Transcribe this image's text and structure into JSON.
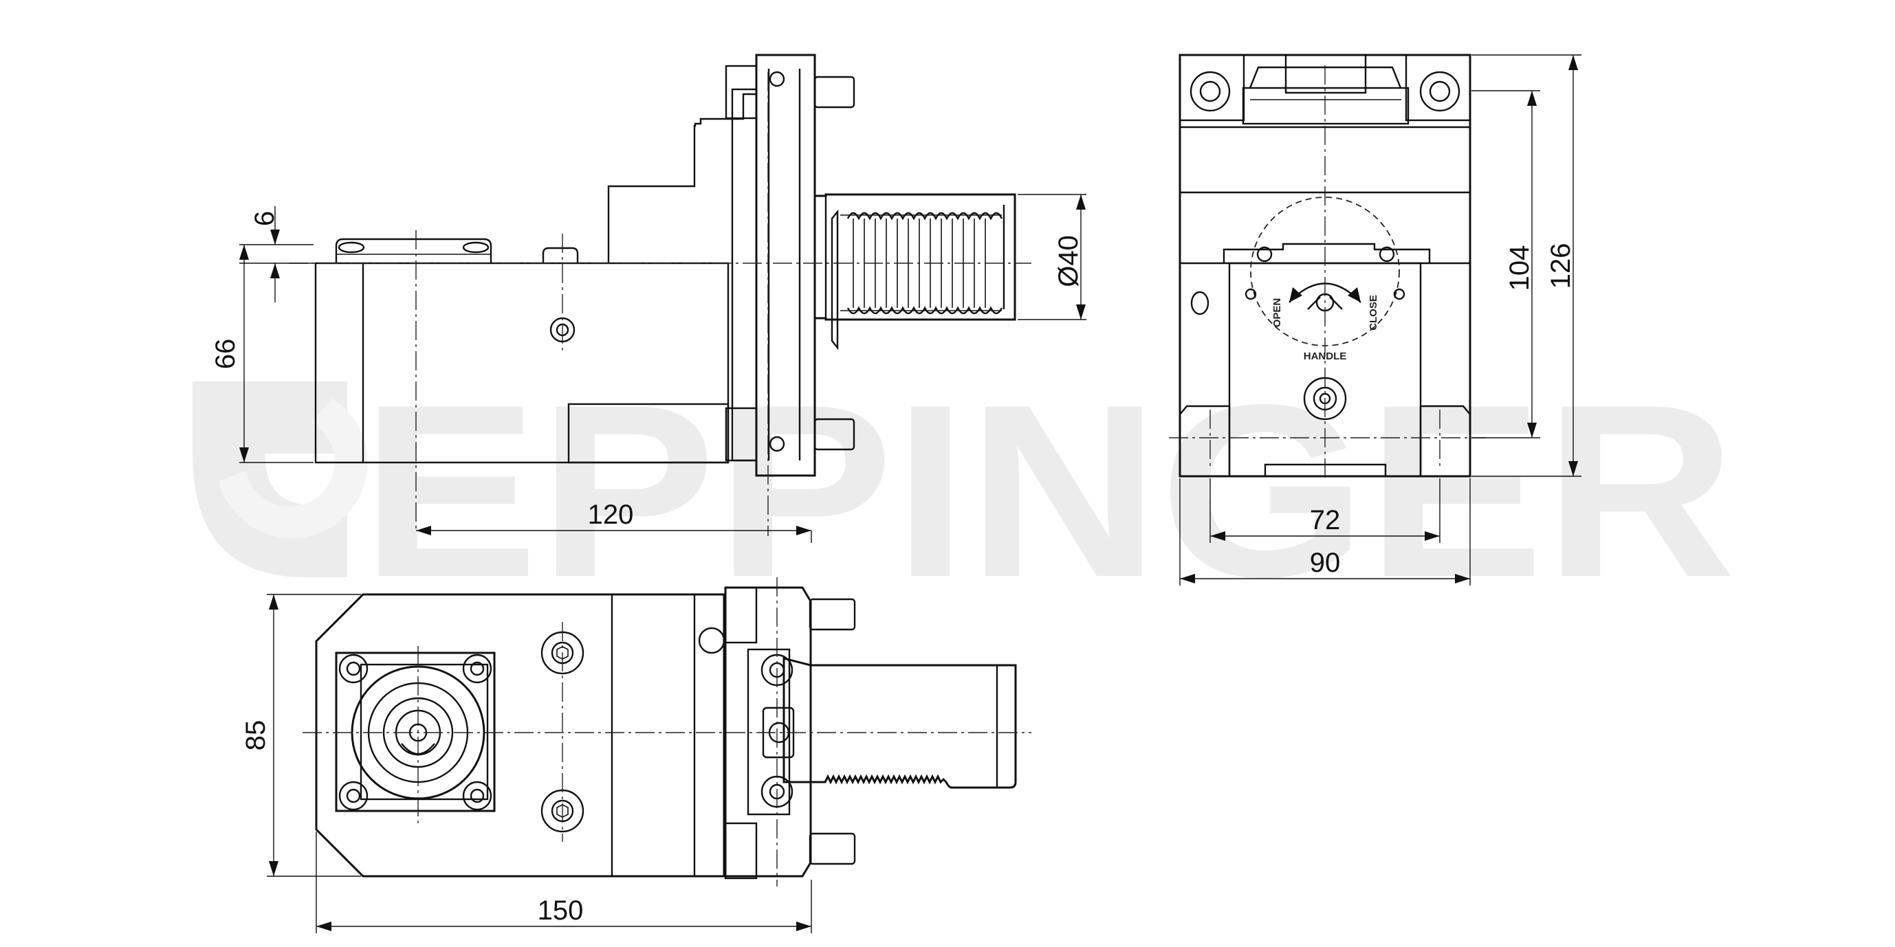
{
  "watermark": {
    "text": "EPPINGER",
    "color": "#ececec"
  },
  "dimensions": {
    "side_view": {
      "offset": "6",
      "height": "66",
      "length": "120",
      "shank_diameter": "Ø40"
    },
    "front_view": {
      "inner_height": "104",
      "total_height": "126",
      "inner_width": "72",
      "total_width": "90"
    },
    "top_view": {
      "width": "85",
      "total_length": "150"
    }
  },
  "markings": {
    "open": "OPEN",
    "close": "CLOSE",
    "wrench_label": "HANDLE"
  }
}
